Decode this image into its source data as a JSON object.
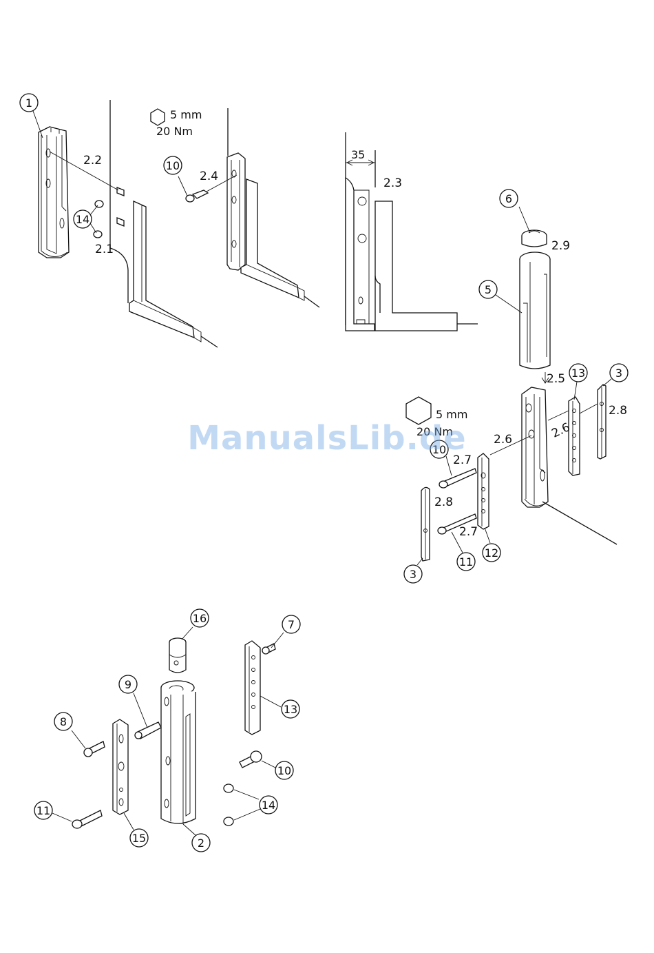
{
  "specs": {
    "top_hex_size": "5 mm",
    "top_torque": "20 Nm",
    "right_hex_size": "5 mm",
    "right_torque": "20 Nm",
    "dimension_35": "35"
  },
  "callouts": [
    {
      "id": "c1",
      "label": "1"
    },
    {
      "id": "c14a",
      "label": "14"
    },
    {
      "id": "c10a",
      "label": "10"
    },
    {
      "id": "c6",
      "label": "6"
    },
    {
      "id": "c5",
      "label": "5"
    },
    {
      "id": "c13a",
      "label": "13"
    },
    {
      "id": "c3a",
      "label": "3"
    },
    {
      "id": "c10b",
      "label": "10"
    },
    {
      "id": "c3b",
      "label": "3"
    },
    {
      "id": "c11a",
      "label": "11"
    },
    {
      "id": "c12",
      "label": "12"
    },
    {
      "id": "c16",
      "label": "16"
    },
    {
      "id": "c7",
      "label": "7"
    },
    {
      "id": "c9",
      "label": "9"
    },
    {
      "id": "c13b",
      "label": "13"
    },
    {
      "id": "c8",
      "label": "8"
    },
    {
      "id": "c10c",
      "label": "10"
    },
    {
      "id": "c14b",
      "label": "14"
    },
    {
      "id": "c11b",
      "label": "11"
    },
    {
      "id": "c15",
      "label": "15"
    },
    {
      "id": "c2",
      "label": "2"
    }
  ],
  "steps": [
    {
      "id": "s22",
      "label": "2.2"
    },
    {
      "id": "s21",
      "label": "2.1"
    },
    {
      "id": "s24",
      "label": "2.4"
    },
    {
      "id": "s23",
      "label": "2.3"
    },
    {
      "id": "s29",
      "label": "2.9"
    },
    {
      "id": "s25",
      "label": "2.5"
    },
    {
      "id": "s26a",
      "label": "2.6"
    },
    {
      "id": "s26b",
      "label": "2.6"
    },
    {
      "id": "s28a",
      "label": "2.8"
    },
    {
      "id": "s27a",
      "label": "2.7"
    },
    {
      "id": "s28b",
      "label": "2.8"
    },
    {
      "id": "s27b",
      "label": "2.7"
    }
  ],
  "watermark": "ManualsLib.de"
}
